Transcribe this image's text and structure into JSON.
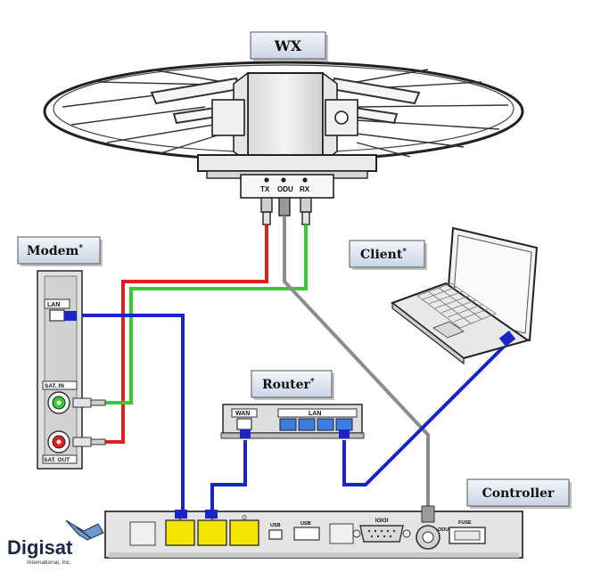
{
  "labels": {
    "wx": "WX",
    "modem": "Modem",
    "client": "Client",
    "router": "Router",
    "controller": "Controller",
    "asterisk": "*"
  },
  "ports": {
    "wx_tx": "TX",
    "wx_odu": "ODU",
    "wx_rx": "RX",
    "modem_lan": "LAN",
    "modem_sat_in": "SAT. IN",
    "modem_sat_out": "SAT. OUT",
    "router_wan": "WAN",
    "router_lan": "LAN",
    "ctrl_usb_1": "USB",
    "ctrl_usb_2": "USB",
    "ctrl_serial": "IOIOI",
    "ctrl_odu": "ODU",
    "ctrl_fuse": "FUSE"
  },
  "logo": {
    "name": "Digisat",
    "subtitle": "International, Inc."
  },
  "colors": {
    "cable_tx": "#e02020",
    "cable_rx": "#33cc33",
    "cable_odu": "#8c8c8c",
    "cable_lan": "#1a24c8",
    "ethernet_port": "#f2e600",
    "router_port": "#3c7ee0",
    "badge_bg": "#dce4f0"
  }
}
